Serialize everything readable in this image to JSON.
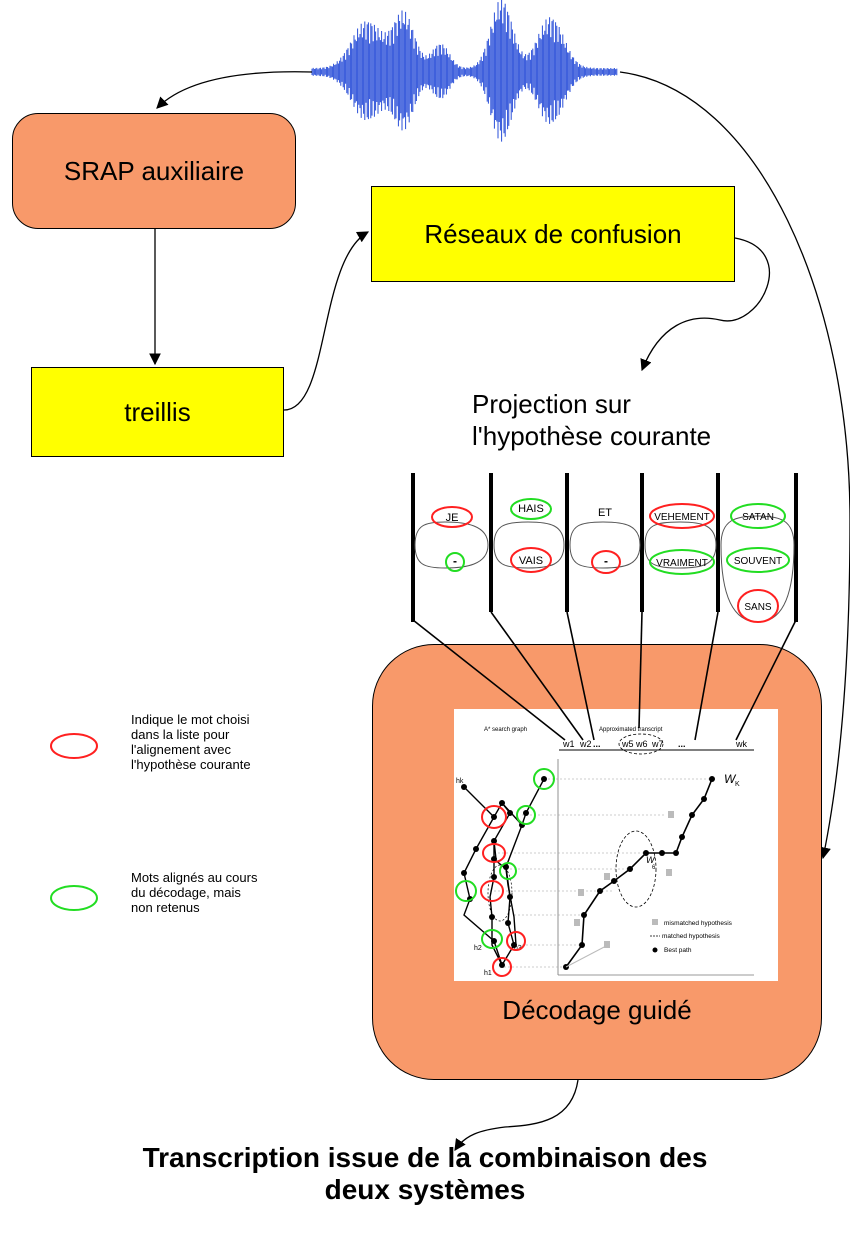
{
  "nodes": {
    "srap": "SRAP auxiliaire",
    "reseaux": "Réseaux de confusion",
    "treillis": "treillis",
    "projection_line1": "Projection sur",
    "projection_line2": "l'hypothèse courante",
    "decodage": "Décodage guidé"
  },
  "confusion_network": {
    "slots": [
      {
        "words": [
          "JE",
          "-"
        ]
      },
      {
        "words": [
          "HAIS",
          "VAIS"
        ]
      },
      {
        "words": [
          "ET",
          "-"
        ]
      },
      {
        "words": [
          "VEHEMENT",
          "VRAIMENT"
        ]
      },
      {
        "words": [
          "SATAN",
          "SOUVENT",
          "SANS"
        ]
      }
    ]
  },
  "search_graph": {
    "left_title": "A* search graph",
    "right_title": "Approximated transcript",
    "transcript_words": [
      "w1",
      "w2",
      "...",
      "w5",
      "w6",
      "w7",
      "...",
      "wk"
    ],
    "hyp_labels": [
      "hk",
      "h2",
      "h3",
      "h1"
    ],
    "wk_label": "W",
    "wk_sub": "K",
    "w6_label": "W",
    "w6_sub": "6",
    "legend": [
      "mismatched hypothesis",
      "matched hypothesis",
      "Best path"
    ]
  },
  "legend": {
    "red": "Indique le mot choisi dans la liste pour l'alignement avec l'hypothèse courante",
    "red_lines": [
      "Indique le mot choisi",
      "dans la liste pour",
      "l'alignement avec",
      "l'hypothèse courante"
    ],
    "green": "Mots alignés au cours du décodage, mais non retenus",
    "green_lines": [
      "Mots alignés au cours",
      "du décodage, mais",
      "non retenus"
    ]
  },
  "final": {
    "line1": "Transcription issue de la combinaison des",
    "line2": "deux systèmes"
  },
  "colors": {
    "orange": "#f8996a",
    "yellow": "#ffff00",
    "red_marker": "#ff2020",
    "green_marker": "#22dd22",
    "waveform": "#2a4fd8"
  }
}
